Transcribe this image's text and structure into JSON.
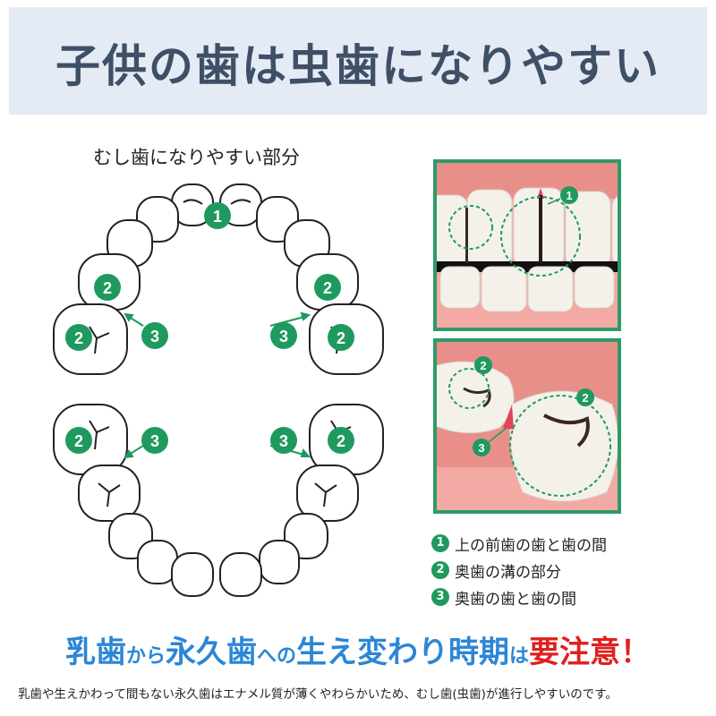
{
  "header": {
    "title": "子供の歯は虫歯になりやすい"
  },
  "diagram": {
    "title": "むし歯になりやすい部分",
    "markers": {
      "one": "1",
      "two": "2",
      "three": "3"
    }
  },
  "legend": {
    "items": [
      {
        "num": "1",
        "label": "上の前歯の歯と歯の間"
      },
      {
        "num": "2",
        "label": "奥歯の溝の部分"
      },
      {
        "num": "3",
        "label": "奥歯の歯と歯の間"
      }
    ]
  },
  "slogan": {
    "part1": "乳歯",
    "part2": "から",
    "part3": "永久歯",
    "part4": "への",
    "part5": "生え変わり時期",
    "part6": "は",
    "part7": "要注意！"
  },
  "footnote": "乳歯や生えかわって間もない永久歯はエナメル質が薄くやわらかいため、むし歯(虫歯)が進行しやすいのです。",
  "colors": {
    "marker_green": "#1f9a5e",
    "header_bg": "#e4ebf5",
    "slogan_blue": "#2c86d6",
    "slogan_red": "#e02020"
  }
}
